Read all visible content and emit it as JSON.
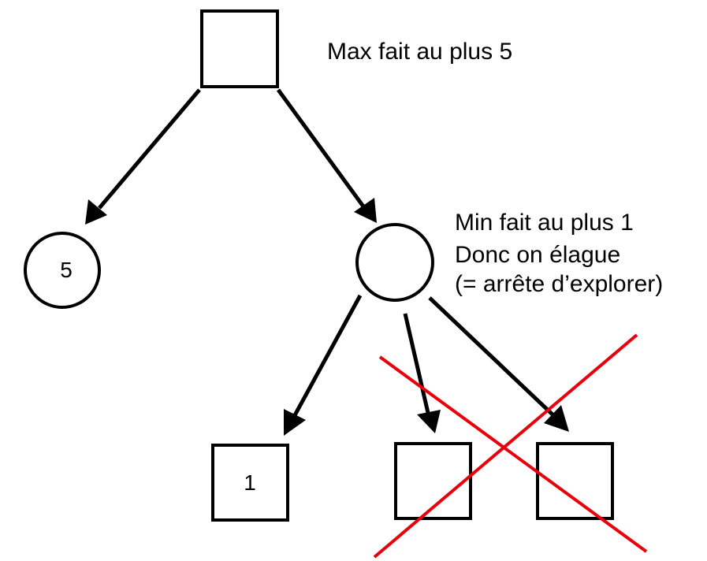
{
  "diagram": {
    "nodes": {
      "root": {
        "shape": "square",
        "role": "max",
        "value": ""
      },
      "left_min": {
        "shape": "circle",
        "role": "min",
        "value": "5"
      },
      "right_min": {
        "shape": "circle",
        "role": "min",
        "value": ""
      },
      "leaf_a": {
        "shape": "square",
        "role": "max",
        "value": "1"
      },
      "leaf_b": {
        "shape": "square",
        "role": "max",
        "value": "",
        "pruned": true
      },
      "leaf_c": {
        "shape": "square",
        "role": "max",
        "value": "",
        "pruned": true
      }
    },
    "annotations": {
      "max": "Max fait au plus 5",
      "min_line1": "Min fait au plus 1",
      "min_line2": "Donc on élague",
      "min_line3": "(= arrête d’explorer)"
    },
    "colors": {
      "edge": "#000000",
      "node_stroke": "#000000",
      "prune_cross": "#e8000b"
    }
  }
}
